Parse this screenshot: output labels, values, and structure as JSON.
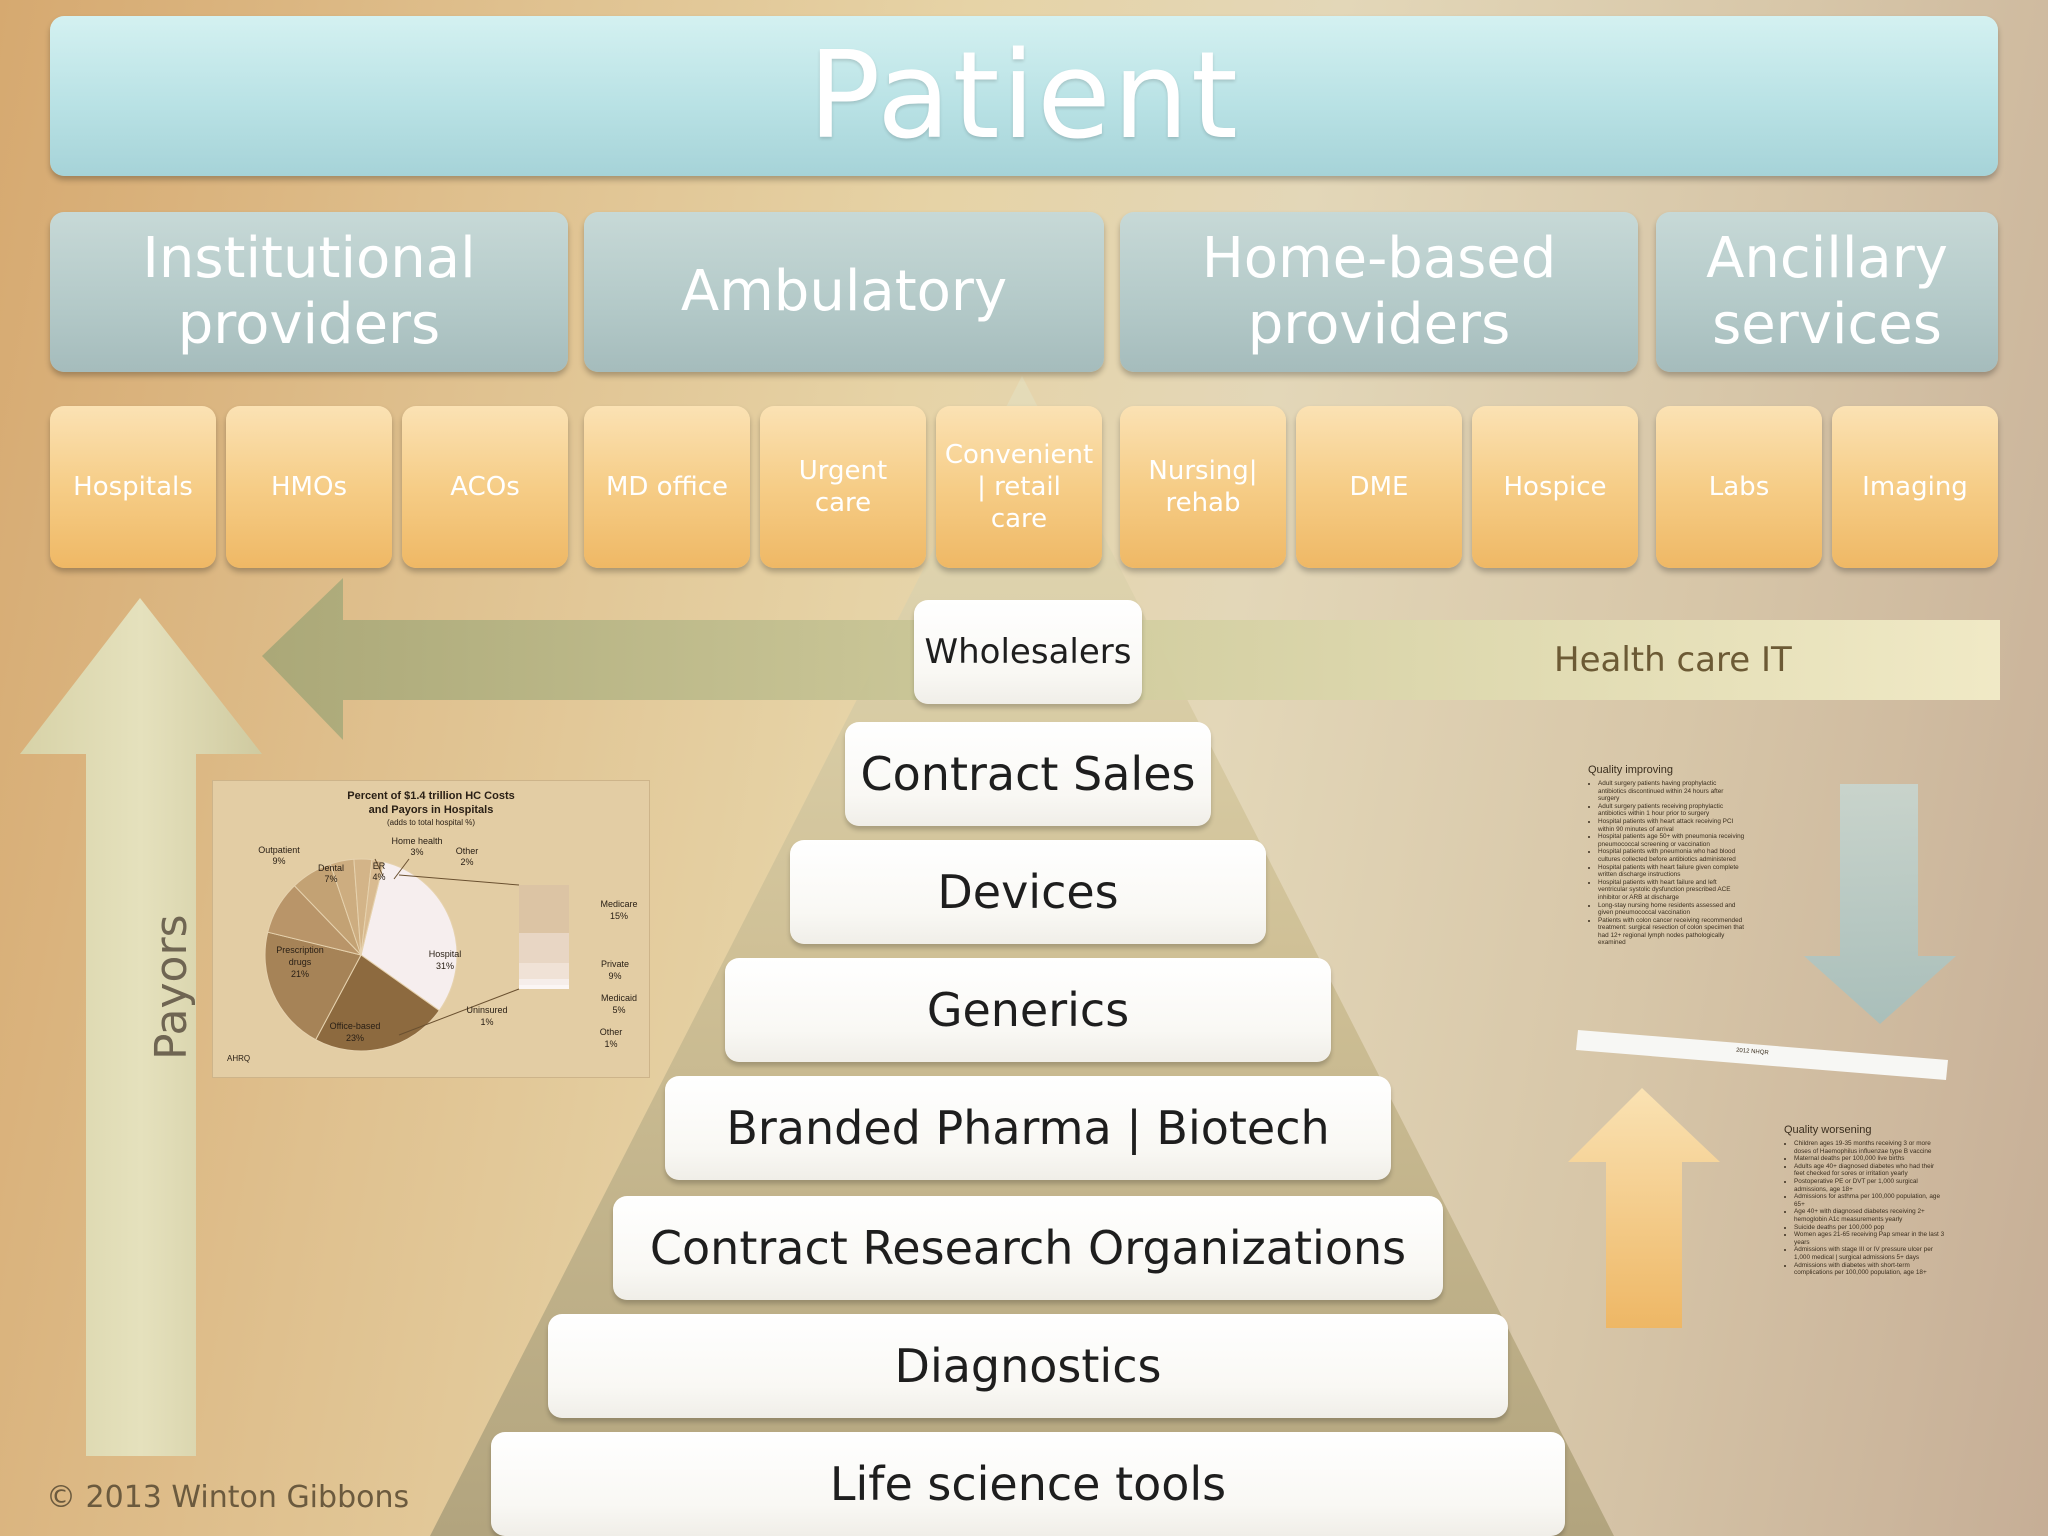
{
  "header": {
    "title": "Patient"
  },
  "categories": [
    {
      "label": "Institutional\nproviders"
    },
    {
      "label": "Ambulatory"
    },
    {
      "label": "Home-based\nproviders"
    },
    {
      "label": "Ancillary\nservices"
    }
  ],
  "providers": [
    {
      "label": "Hospitals"
    },
    {
      "label": "HMOs"
    },
    {
      "label": "ACOs"
    },
    {
      "label": "MD office"
    },
    {
      "label": "Urgent\ncare"
    },
    {
      "label": "Convenient\n| retail\ncare"
    },
    {
      "label": "Nursing|\nrehab"
    },
    {
      "label": "DME"
    },
    {
      "label": "Hospice"
    },
    {
      "label": "Labs"
    },
    {
      "label": "Imaging"
    }
  ],
  "pyramid": [
    {
      "label": "Wholesalers"
    },
    {
      "label": "Contract Sales"
    },
    {
      "label": "Devices"
    },
    {
      "label": "Generics"
    },
    {
      "label": "Branded Pharma | Biotech"
    },
    {
      "label": "Contract Research Organizations"
    },
    {
      "label": "Diagnostics"
    },
    {
      "label": "Life science tools"
    }
  ],
  "health_it": {
    "label": "Health care IT"
  },
  "payors": {
    "label": "Payors"
  },
  "copyright": "© 2013 Winton Gibbons",
  "pie_chart": {
    "title": "Percent of $1.4 trillion HC Costs",
    "title2": "and Payors in Hospitals",
    "subtitle": "(adds to total hospital %)",
    "source": "AHRQ",
    "labels": {
      "outpatient": "Outpatient",
      "outpatient_pct": "9%",
      "dental": "Dental",
      "dental_pct": "7%",
      "er": "ER",
      "er_pct": "4%",
      "home_health": "Home health",
      "home_health_pct": "3%",
      "other": "Other",
      "other_pct": "2%",
      "hospital": "Hospital",
      "hospital_pct": "31%",
      "prescription": "Prescription",
      "prescription2": "drugs",
      "prescription_pct": "21%",
      "office": "Office-based",
      "office_pct": "23%",
      "uninsured": "Uninsured",
      "uninsured_pct": "1%",
      "medicare": "Medicare",
      "medicare_pct": "15%",
      "private": "Private",
      "private_pct": "9%",
      "medicaid": "Medicaid",
      "medicaid_pct": "5%",
      "other2": "Other",
      "other2_pct": "1%"
    }
  },
  "chart_data": {
    "type": "pie",
    "title": "Percent of $1.4 trillion HC Costs and Payors in Hospitals",
    "subtitle": "(adds to total hospital %)",
    "slices": [
      {
        "label": "Hospital",
        "value": 31,
        "color": "#f6eeee"
      },
      {
        "label": "Office-based",
        "value": 23,
        "color": "#8d6a3f"
      },
      {
        "label": "Prescription drugs",
        "value": 21,
        "color": "#a68357"
      },
      {
        "label": "Outpatient",
        "value": 9,
        "color": "#b99569"
      },
      {
        "label": "Dental",
        "value": 7,
        "color": "#c3a274"
      },
      {
        "label": "ER",
        "value": 4,
        "color": "#cdad80"
      },
      {
        "label": "Home health",
        "value": 3,
        "color": "#d3b488"
      },
      {
        "label": "Other",
        "value": 2,
        "color": "#d9bb91"
      }
    ],
    "hospital_payors": [
      {
        "label": "Medicare",
        "value": 15
      },
      {
        "label": "Private",
        "value": 9
      },
      {
        "label": "Medicaid",
        "value": 5
      },
      {
        "label": "Other",
        "value": 1
      },
      {
        "label": "Uninsured",
        "value": 1
      }
    ]
  },
  "quality": {
    "improving_title": "Quality improving",
    "improving_items": [
      "Adult surgery patients having prophylactic antibiotics discontinued within 24 hours after surgery",
      "Adult surgery patients receiving prophylactic antibiotics within 1 hour prior to surgery",
      "Hospital patients with heart attack receiving PCI within 90 minutes of arrival",
      "Hospital patients age 50+ with pneumonia receiving pneumococcal screening or vaccination",
      "Hospital patients with pneumonia who had blood cultures collected before antibiotics administered",
      "Hospital patients with heart failure given complete written discharge instructions",
      "Hospital patients with heart failure and left ventricular systolic dysfunction prescribed ACE inhibitor or ARB at discharge",
      "Long-stay nursing home residents assessed and given pneumococcal vaccination",
      "Patients with colon cancer receiving recommended treatment: surgical resection of colon specimen that had 12+ regional lymph nodes pathologically examined"
    ],
    "source": "2012 NHQR",
    "worsening_title": "Quality worsening",
    "worsening_items": [
      "Children ages 19-35 months receiving 3 or more doses of Haemophilus influenzae type B vaccine",
      "Maternal deaths per 100,000 live births",
      "Adults age 40+ diagnosed diabetes who had their feet checked for sores or irritation yearly",
      "Postoperative PE or DVT per 1,000 surgical admissions, age 18+",
      "Admissions for asthma per 100,000 population, age 65+",
      "Age 40+ with diagnosed diabetes receiving 2+ hemoglobin A1c measurements yearly",
      "Suicide deaths per 100,000 pop",
      "Women ages 21-65 receiving Pap smear in the last 3 years",
      "Admissions with stage III or IV pressure ulcer per 1,000 medical | surgical admissions 5+ days",
      "Admissions with diabetes with short-term complications per 100,000 population, age 18+"
    ]
  }
}
